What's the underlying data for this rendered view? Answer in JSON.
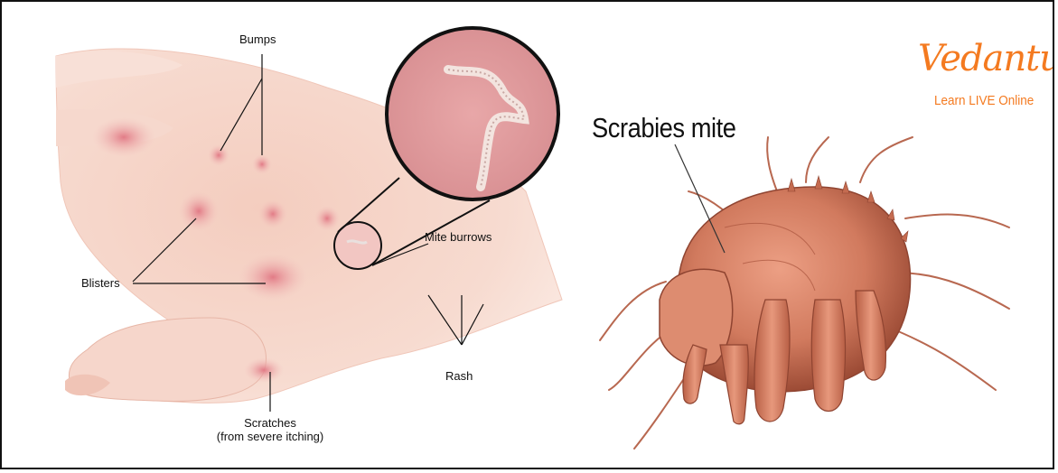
{
  "labels": {
    "bumps": "Bumps",
    "blisters": "Blisters",
    "mite_burrows": "Mite burrows",
    "rash": "Rash",
    "scratches_line1": "Scratches",
    "scratches_line2": "(from severe itching)"
  },
  "mite_title": "Scrabies mite",
  "logo": {
    "brand": "Vedantu",
    "tagline": "Learn LIVE Online",
    "color": "#f47a20"
  },
  "colors": {
    "skin": "#f5d4c8",
    "skin_shadow": "#e9b7a8",
    "lesion": "#e58f96",
    "mite_body": "#d9856a",
    "mite_dark": "#a8523b"
  }
}
